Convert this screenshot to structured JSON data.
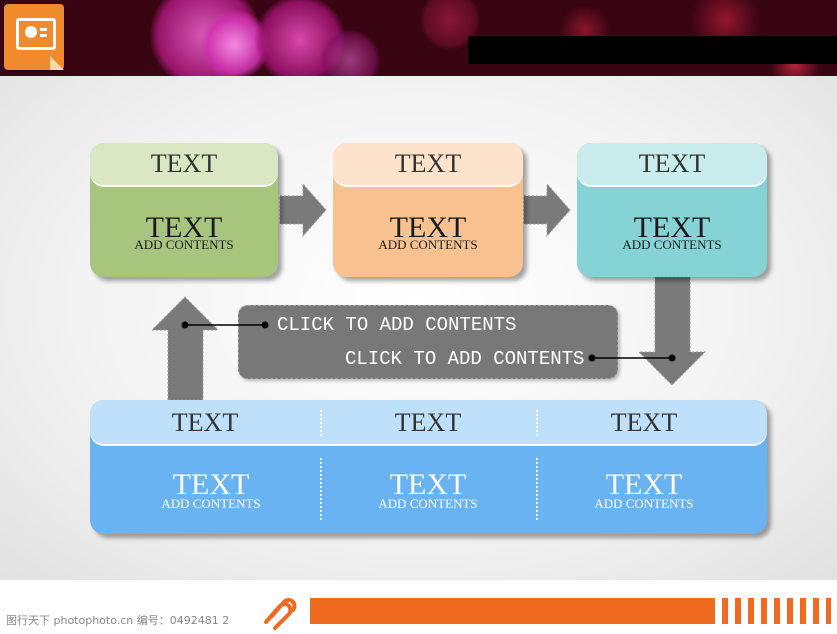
{
  "header": {
    "icon": "presentation-icon",
    "colors": {
      "background": "#3a0512",
      "bokeh": "#e040c0"
    }
  },
  "top_boxes": [
    {
      "caption": "TEXT",
      "title": "TEXT",
      "subtitle": "ADD CONTENTS",
      "color": "#a8c57e",
      "cap_color": "#d9e8c3"
    },
    {
      "caption": "TEXT",
      "title": "TEXT",
      "subtitle": "ADD CONTENTS",
      "color": "#f7c290",
      "cap_color": "#fde3cc"
    },
    {
      "caption": "TEXT",
      "title": "TEXT",
      "subtitle": "ADD CONTENTS",
      "color": "#85d3d5",
      "cap_color": "#c9eced"
    }
  ],
  "middle_pill": {
    "line1": "CLICK TO ADD CONTENTS",
    "line2": "CLICK TO ADD CONTENTS",
    "color": "#787878"
  },
  "bottom_box": {
    "color": "#6ab3f2",
    "cap_color": "#bfe0fb",
    "columns": [
      {
        "caption": "TEXT",
        "title": "TEXT",
        "subtitle": "ADD CONTENTS"
      },
      {
        "caption": "TEXT",
        "title": "TEXT",
        "subtitle": "ADD CONTENTS"
      },
      {
        "caption": "TEXT",
        "title": "TEXT",
        "subtitle": "ADD CONTENTS"
      }
    ]
  },
  "footer": {
    "watermark": "图行天下 photophoto.cn 编号：0492481 2",
    "icon": "link-icon",
    "accent": "#f06a20"
  }
}
